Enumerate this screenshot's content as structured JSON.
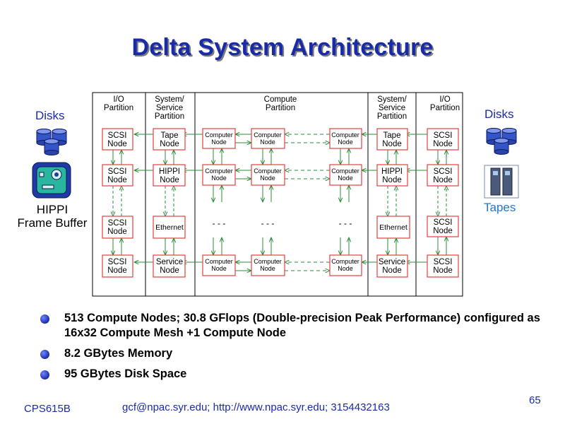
{
  "title": "Delta System Architecture",
  "left": {
    "disks_label": "Disks",
    "hippi_label_line1": "HIPPI",
    "hippi_label_line2": "Frame Buffer"
  },
  "right": {
    "disks_label": "Disks",
    "tapes_label": "Tapes"
  },
  "partitions": {
    "io_left": [
      "I/O",
      "Partition"
    ],
    "system_left": [
      "System/",
      "Service",
      "Partition"
    ],
    "compute": [
      "Compute",
      "Partition"
    ],
    "system_right": [
      "System/",
      "Service",
      "Partition"
    ],
    "io_right": [
      "I/O",
      "Partition"
    ]
  },
  "nodes": {
    "scsi": [
      "SCSI",
      "Node"
    ],
    "tape": [
      "Tape",
      "Node"
    ],
    "hippi": [
      "HIPPI",
      "Node"
    ],
    "ethernet": "Ethernet",
    "service": [
      "Service",
      "Node"
    ],
    "computer": [
      "Computer",
      "Node"
    ],
    "ellipsis": "- - -"
  },
  "bullets": [
    "513 Compute Nodes; 30.8 GFlops (Double-precision Peak Performance) configured as 16x32 Compute Mesh +1 Compute Node",
    "8.2 GBytes Memory",
    "95 GBytes Disk Space"
  ],
  "footer": {
    "course": "CPS615B",
    "contact": "gcf@npac.syr.edu; http://www.npac.syr.edu; 3154432163",
    "page": "65"
  },
  "colors": {
    "title": "#1a2ba8",
    "node_border": "#e34040",
    "arrow": "#2a8c3a",
    "tapes_label": "#2277c9"
  }
}
